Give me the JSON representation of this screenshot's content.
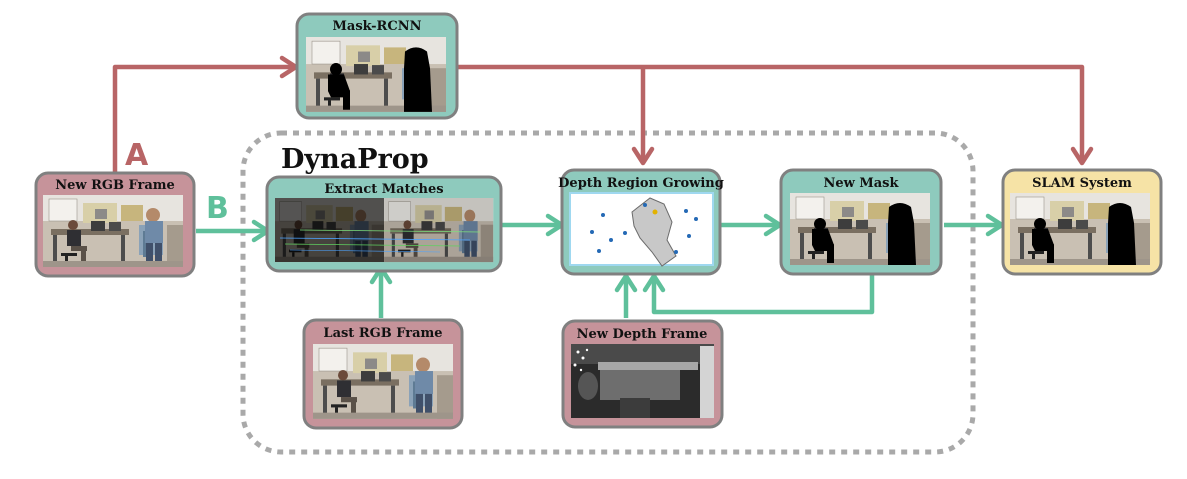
{
  "group": {
    "title": "DynaProp"
  },
  "paths": {
    "a_label": "A",
    "b_label": "B"
  },
  "boxes": {
    "new_rgb_frame": "New RGB Frame",
    "mask_rcnn": "Mask-RCNN",
    "extract_matches": "Extract Matches",
    "last_rgb_frame": "Last RGB Frame",
    "depth_region_growing": "Depth Region Growing",
    "new_depth_frame": "New Depth Frame",
    "new_mask": "New Mask",
    "slam_system": "SLAM System"
  },
  "colors": {
    "pink": "#c6939a",
    "teal": "#8ecabd",
    "yellow": "#f6e3a6",
    "arrow_red": "#b86566",
    "arrow_green": "#5fc09b",
    "dashed": "#a9a9a9"
  }
}
